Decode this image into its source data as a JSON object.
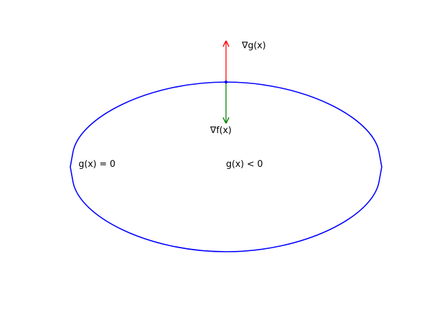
{
  "labels": {
    "grad_g": "∇g(x)",
    "grad_f": "∇f(x)",
    "boundary": "g(x) = 0",
    "interior": "g(x) < 0"
  },
  "colors": {
    "constraint_curve": "#0000ff",
    "grad_g_arrow": "#ff0000",
    "grad_f_arrow": "#008000",
    "text": "#000000",
    "background": "#ffffff"
  }
}
